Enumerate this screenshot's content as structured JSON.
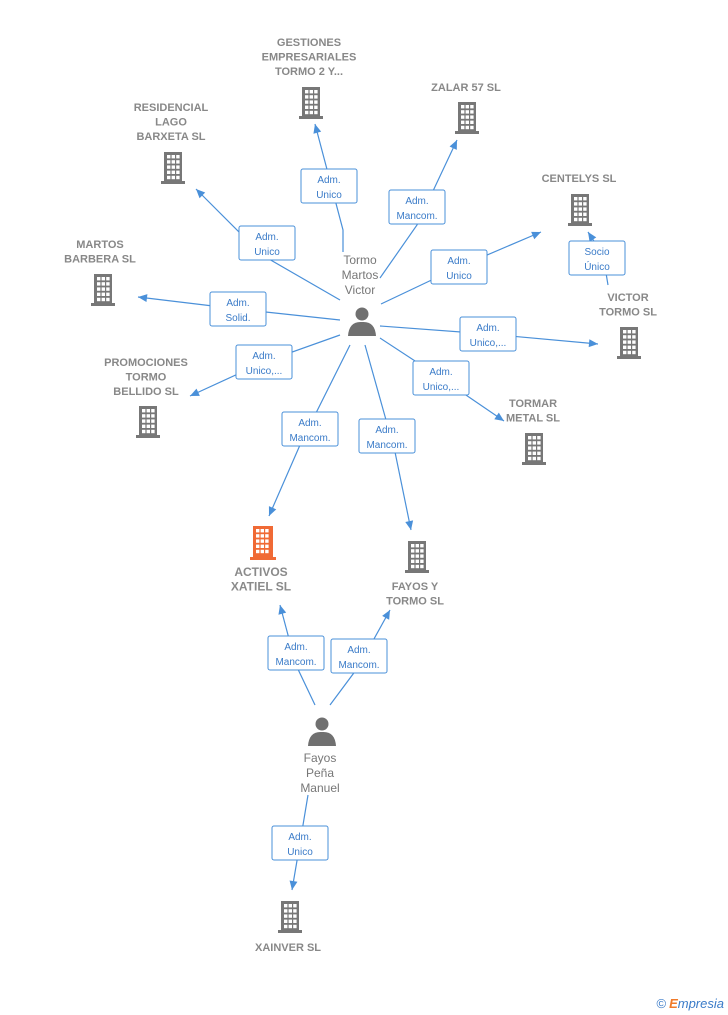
{
  "colors": {
    "edge": "#4a90d9",
    "building": "#777777",
    "building_highlight": "#f06a35"
  },
  "people": [
    {
      "id": "p1",
      "lines": [
        "Tormo",
        "Martos",
        "Victor"
      ]
    },
    {
      "id": "p2",
      "lines": [
        "Fayos",
        "Peña",
        "Manuel"
      ]
    }
  ],
  "companies": [
    {
      "id": "c1",
      "lines": [
        "GESTIONES",
        "EMPRESARIALES",
        "TORMO 2 Y..."
      ]
    },
    {
      "id": "c2",
      "lines": [
        "ZALAR 57  SL"
      ]
    },
    {
      "id": "c3",
      "lines": [
        "RESIDENCIAL",
        "LAGO",
        "BARXETA  SL"
      ]
    },
    {
      "id": "c4",
      "lines": [
        "CENTELYS  SL"
      ]
    },
    {
      "id": "c5",
      "lines": [
        "MARTOS",
        "BARBERA  SL"
      ]
    },
    {
      "id": "c6",
      "lines": [
        "VICTOR",
        "TORMO SL"
      ]
    },
    {
      "id": "c7",
      "lines": [
        "PROMOCIONES",
        "TORMO",
        "BELLIDO  SL"
      ]
    },
    {
      "id": "c8",
      "lines": [
        "TORMAR",
        "METAL  SL"
      ]
    },
    {
      "id": "c9",
      "lines": [
        "ACTIVOS",
        "XATIEL  SL"
      ],
      "highlight": true
    },
    {
      "id": "c10",
      "lines": [
        "FAYOS Y",
        "TORMO  SL"
      ]
    },
    {
      "id": "c11",
      "lines": [
        "XAINVER  SL"
      ]
    }
  ],
  "relations": [
    {
      "id": "r1",
      "lines": [
        "Adm.",
        "Unico"
      ]
    },
    {
      "id": "r2",
      "lines": [
        "Adm.",
        "Mancom."
      ]
    },
    {
      "id": "r3",
      "lines": [
        "Adm.",
        "Unico"
      ]
    },
    {
      "id": "r4",
      "lines": [
        "Adm.",
        "Unico"
      ]
    },
    {
      "id": "r5",
      "lines": [
        "Socio",
        "Único"
      ]
    },
    {
      "id": "r6",
      "lines": [
        "Adm.",
        "Solid."
      ]
    },
    {
      "id": "r7",
      "lines": [
        "Adm.",
        "Unico,..."
      ]
    },
    {
      "id": "r8",
      "lines": [
        "Adm.",
        "Unico,..."
      ]
    },
    {
      "id": "r9",
      "lines": [
        "Adm.",
        "Unico,..."
      ]
    },
    {
      "id": "r10",
      "lines": [
        "Adm.",
        "Mancom."
      ]
    },
    {
      "id": "r11",
      "lines": [
        "Adm.",
        "Mancom."
      ]
    },
    {
      "id": "r12",
      "lines": [
        "Adm.",
        "Mancom."
      ]
    },
    {
      "id": "r13",
      "lines": [
        "Adm.",
        "Mancom."
      ]
    },
    {
      "id": "r14",
      "lines": [
        "Adm.",
        "Unico"
      ]
    }
  ],
  "brand": {
    "copyright": "©",
    "initial": "E",
    "rest": "mpresia"
  }
}
